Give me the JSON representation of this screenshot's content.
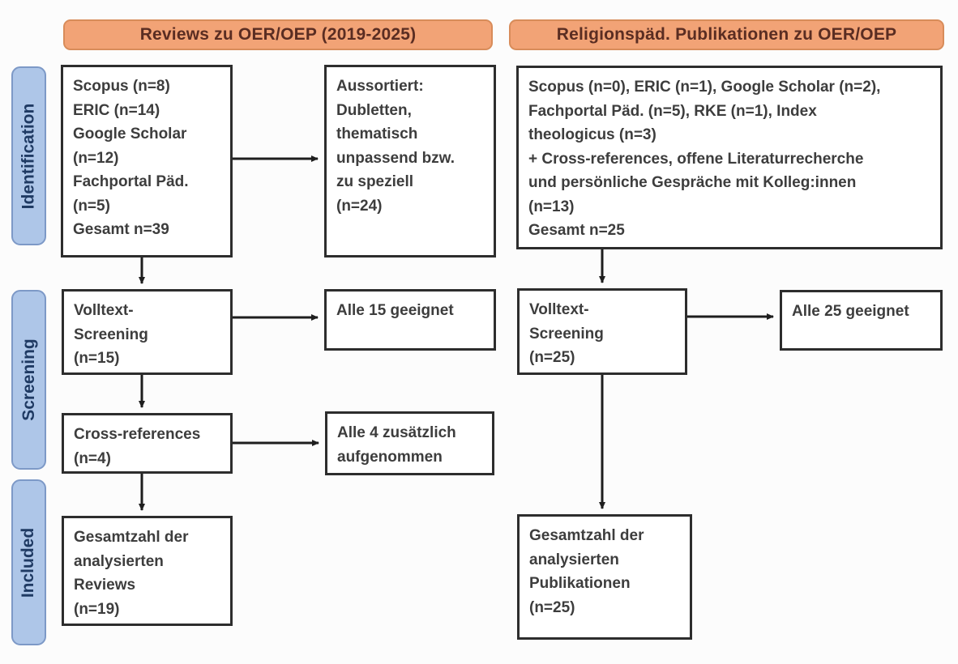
{
  "headers": {
    "left": "Reviews zu OER/OEP (2019-2025)",
    "right": "Religionspäd. Publikationen zu OER/OEP"
  },
  "stages": {
    "identification": "Identification",
    "screening": "Screening",
    "included": "Included"
  },
  "left_flow": {
    "sources": "Scopus (n=8)\nERIC (n=14)\nGoogle Scholar\n(n=12)\nFachportal Päd.\n(n=5)\nGesamt n=39",
    "excluded": "Aussortiert:\nDubletten,\nthematisch\nunpassend bzw.\nzu speziell\n(n=24)",
    "fulltext": "Volltext-\nScreening\n(n=15)",
    "fulltext_result": "Alle 15 geeignet",
    "crossref": "Cross-references\n(n=4)",
    "crossref_result": "Alle 4 zusätzlich\naufgenommen",
    "total": "Gesamtzahl der\nanalysierten\nReviews\n(n=19)"
  },
  "right_flow": {
    "sources": "Scopus (n=0), ERIC (n=1), Google Scholar (n=2),\nFachportal Päd. (n=5), RKE (n=1), Index\ntheologicus (n=3)\n+ Cross-references, offene Literaturrecherche\nund persönliche Gespräche mit Kolleg:innen\n(n=13)\nGesamt n=25",
    "fulltext": "Volltext-\nScreening\n(n=25)",
    "fulltext_result": "Alle 25 geeignet",
    "total": "Gesamtzahl der\nanalysierten\nPublikationen\n(n=25)"
  },
  "colors": {
    "header-fill": "#f2a376",
    "header-border": "#d88c5a",
    "header-text": "#5a2d22",
    "stage-fill": "#aec6e8",
    "stage-border": "#7d99c7",
    "stage-text": "#1f3a63",
    "box-border": "#2d2d2d",
    "box-text": "#3d3d3d",
    "arrow": "#1e1e1e"
  }
}
